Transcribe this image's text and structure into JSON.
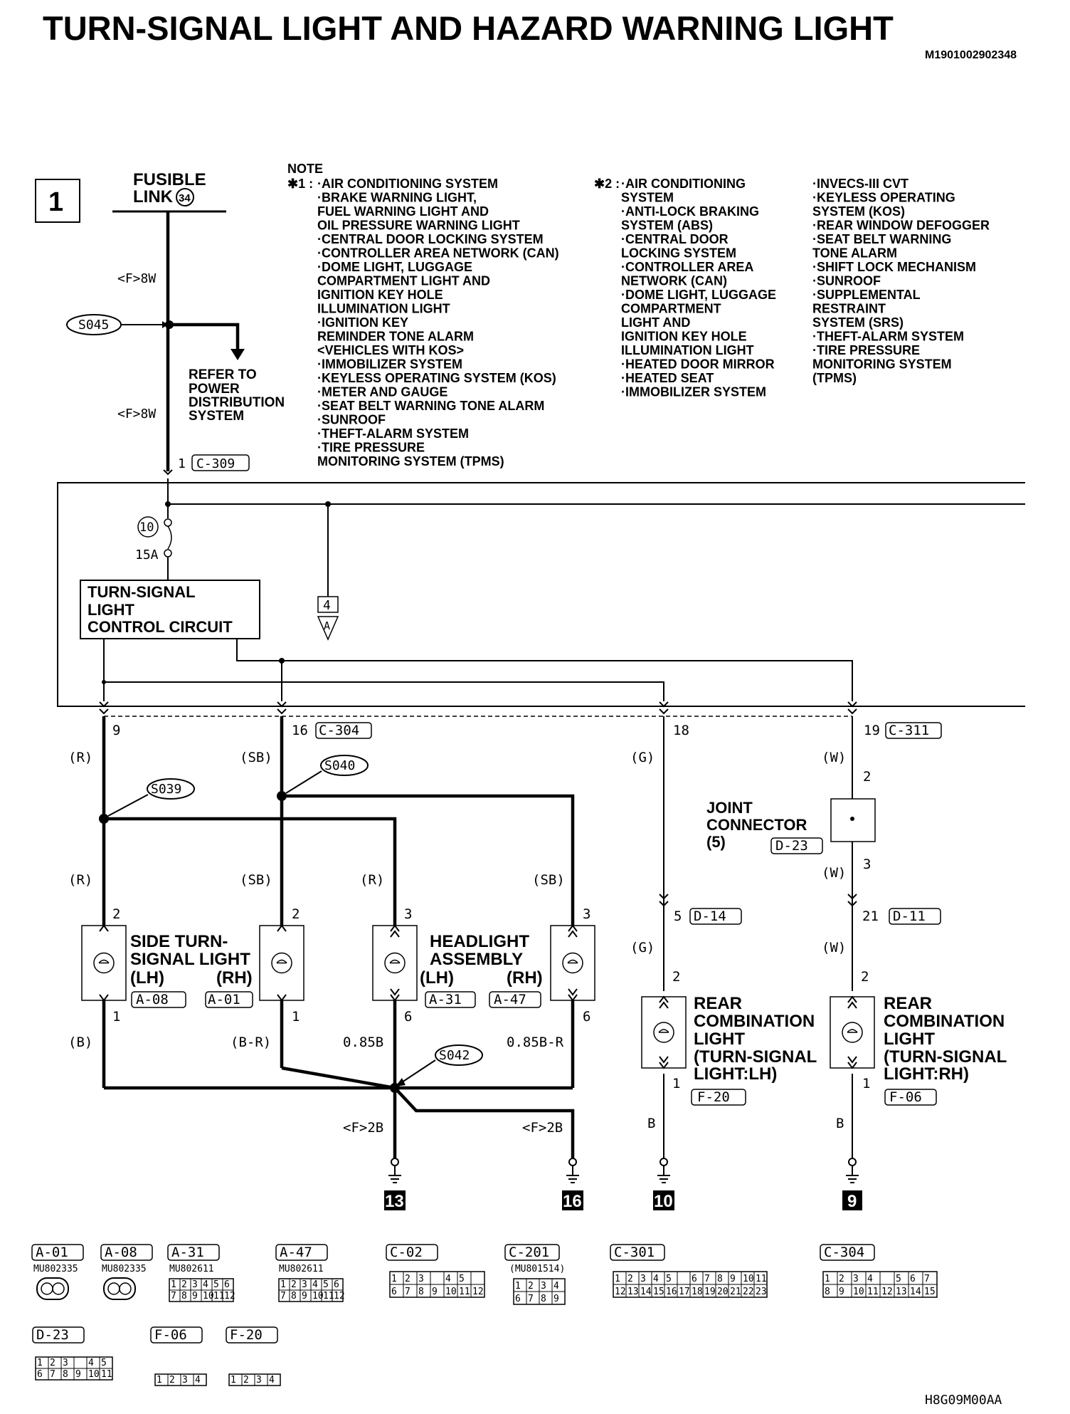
{
  "title": "TURN-SIGNAL LIGHT AND HAZARD WARNING LIGHT",
  "doc_code": "M1901002902348",
  "footer_code": "H8G09M00AA",
  "section_number": "1",
  "fusible_link": {
    "line1": "FUSIBLE",
    "line2": "LINK",
    "number": "34"
  },
  "refer": [
    "REFER TO",
    "POWER",
    "DISTRIBUTION",
    "SYSTEM"
  ],
  "note": {
    "heading": "NOTE",
    "mark1": "✱1 :",
    "col1": [
      "·AIR CONDITIONING SYSTEM",
      "·BRAKE WARNING LIGHT,",
      " FUEL WARNING LIGHT AND",
      " OIL PRESSURE WARNING LIGHT",
      "·CENTRAL DOOR LOCKING SYSTEM",
      "·CONTROLLER AREA NETWORK (CAN)",
      "·DOME LIGHT, LUGGAGE",
      " COMPARTMENT LIGHT AND",
      " IGNITION KEY HOLE",
      " ILLUMINATION LIGHT",
      "·IGNITION KEY",
      " REMINDER TONE ALARM",
      " <VEHICLES WITH KOS>",
      "·IMMOBILIZER SYSTEM",
      "·KEYLESS OPERATING SYSTEM (KOS)",
      "·METER AND GAUGE",
      "·SEAT BELT WARNING TONE ALARM",
      "·SUNROOF",
      "·THEFT-ALARM SYSTEM",
      "·TIRE PRESSURE",
      " MONITORING SYSTEM (TPMS)"
    ],
    "mark2": "✱2 :",
    "col2": [
      "·AIR CONDITIONING",
      " SYSTEM",
      "·ANTI-LOCK BRAKING",
      " SYSTEM (ABS)",
      "·CENTRAL DOOR",
      " LOCKING SYSTEM",
      "·CONTROLLER AREA",
      " NETWORK (CAN)",
      "·DOME LIGHT, LUGGAGE",
      " COMPARTMENT",
      " LIGHT AND",
      " IGNITION KEY HOLE",
      " ILLUMINATION LIGHT",
      "·HEATED DOOR MIRROR",
      "·HEATED SEAT",
      "·IMMOBILIZER SYSTEM"
    ],
    "col3": [
      "·INVECS-III CVT",
      "·KEYLESS OPERATING",
      " SYSTEM (KOS)",
      "·REAR WINDOW DEFOGGER",
      "·SEAT BELT WARNING",
      " TONE ALARM",
      "·SHIFT LOCK MECHANISM",
      "·SUNROOF",
      "·SUPPLEMENTAL",
      " RESTRAINT",
      " SYSTEM (SRS)",
      "·THEFT-ALARM SYSTEM",
      "·TIRE PRESSURE",
      " MONITORING SYSTEM",
      " (TPMS)"
    ]
  },
  "splices": {
    "s045": "S045",
    "s040": "S040",
    "s039": "S039",
    "s042": "S042"
  },
  "labels": {
    "f8w": "<F>8W",
    "pin1": "1",
    "c309": "C-309",
    "fuse_num": "10",
    "fuse_amp": "15A",
    "control_circuit": [
      "TURN-SIGNAL",
      "LIGHT",
      "CONTROL CIRCUIT"
    ],
    "ref4": "4",
    "refA": "A",
    "pin9": "9",
    "pin16": "16",
    "c304": "C-304",
    "pin18": "18",
    "pin19": "19",
    "c311": "C-311",
    "R": "(R)",
    "SB": "(SB)",
    "G": "(G)",
    "W": "(W)",
    "B": "(B)",
    "BR": "(B-R)",
    "wire085B": "0.85B",
    "wire085BR": "0.85B-R",
    "joint": [
      "JOINT",
      "CONNECTOR",
      "(5)"
    ],
    "d23": "D-23",
    "pin2": "2",
    "pin3": "3",
    "pin5": "5",
    "d14": "D-14",
    "pin21": "21",
    "d11": "D-11",
    "side_turn": [
      "SIDE TURN-",
      "SIGNAL LIGHT",
      "(LH)",
      "(RH)"
    ],
    "headlight": [
      "HEADLIGHT",
      "ASSEMBLY",
      "(LH)",
      "(RH)"
    ],
    "a08": "A-08",
    "a01": "A-01",
    "a31": "A-31",
    "a47": "A-47",
    "pin6": "6",
    "rear_lh": [
      "REAR",
      "COMBINATION",
      "LIGHT",
      "(TURN-SIGNAL",
      " LIGHT:LH)"
    ],
    "rear_rh": [
      "REAR",
      "COMBINATION",
      "LIGHT",
      "(TURN-SIGNAL",
      " LIGHT:RH)"
    ],
    "f20": "F-20",
    "f06": "F-06",
    "Bplain": "B",
    "f2b": "<F>2B",
    "gnd13": "13",
    "gnd16": "16",
    "gnd10": "10",
    "gnd9": "9"
  },
  "connectors": [
    {
      "id": "A-01",
      "part": "MU802335"
    },
    {
      "id": "A-08",
      "part": "MU802335"
    },
    {
      "id": "A-31",
      "part": "MU802611"
    },
    {
      "id": "A-47",
      "part": "MU802611"
    },
    {
      "id": "C-02",
      "part": ""
    },
    {
      "id": "C-201",
      "part": "(MU801514)"
    },
    {
      "id": "C-301",
      "part": ""
    },
    {
      "id": "C-304",
      "part": ""
    },
    {
      "id": "D-23",
      "part": ""
    },
    {
      "id": "F-06",
      "part": ""
    },
    {
      "id": "F-20",
      "part": ""
    }
  ]
}
